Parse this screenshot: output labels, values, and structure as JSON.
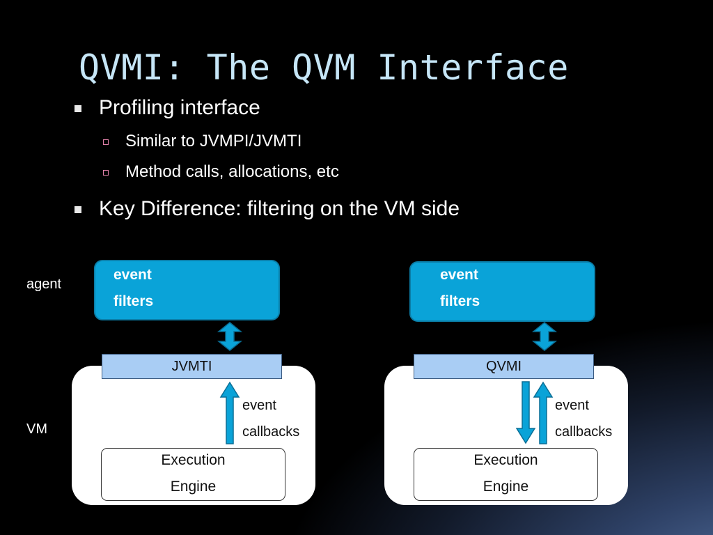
{
  "slide": {
    "title": "QVMI: The QVM Interface",
    "bullets": [
      {
        "text": "Profiling interface",
        "level": 1
      },
      {
        "text": "Similar to JVMPI/JVMTI",
        "level": 2
      },
      {
        "text": "Method calls, allocations, etc",
        "level": 2
      },
      {
        "text": "Key Difference: filtering on the VM side",
        "level": 1
      }
    ]
  },
  "diagram": {
    "labels": {
      "agent": "agent",
      "vm": "VM"
    },
    "left": {
      "agent_line1": "event",
      "agent_line2": "filters",
      "interface": "JVMTI",
      "callback_line1": "event",
      "callback_line2": "callbacks",
      "engine_line1": "Execution",
      "engine_line2": "Engine",
      "arrows": [
        "up"
      ]
    },
    "right": {
      "agent_line1": "event",
      "agent_line2": "filters",
      "interface": "QVMI",
      "callback_line1": "event",
      "callback_line2": "callbacks",
      "engine_line1": "Execution",
      "engine_line2": "Engine",
      "arrows": [
        "down",
        "up"
      ]
    }
  },
  "colors": {
    "title": "#c6e6f7",
    "agent_fill": "#0aa3d8",
    "interface_fill": "#a9cdf4",
    "arrow_fill": "#0aa3d8",
    "sub_bullet_marker": "#e080a8"
  }
}
